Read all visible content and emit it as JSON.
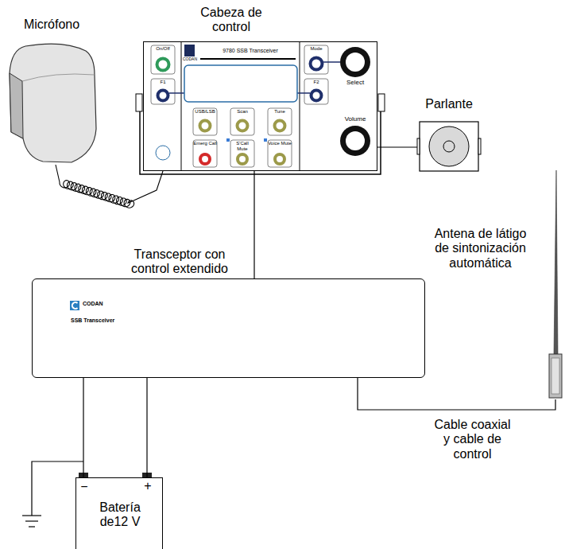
{
  "diagram": {
    "nodes": [
      {
        "text": [
          "Micrófono"
        ]
      },
      {
        "text": [
          "Cabeza de control"
        ]
      },
      {
        "text": [
          "Parlante"
        ]
      },
      {
        "text": [
          "Transceptor con control extendido",
          "CODAN",
          "SSB Transceiver"
        ]
      },
      {
        "text": [
          "Antena de látigo de sintonización automática"
        ]
      },
      {
        "text": [
          "−",
          "+",
          "Batería de12 V"
        ]
      }
    ],
    "edges": [
      {
        "from": 0,
        "to": 1,
        "arrow": "none"
      },
      {
        "from": 1,
        "to": 2,
        "arrow": "none"
      },
      {
        "from": 1,
        "to": 3,
        "arrow": "none"
      },
      {
        "from": 3,
        "to": 4,
        "arrow": "none",
        "label": "Cable coaxial y cable de control"
      },
      {
        "from": 3,
        "to": 5,
        "arrow": "none"
      },
      {
        "from": 3,
        "to": 5,
        "arrow": "none"
      }
    ],
    "labels": [
      "9780 SSB Transceiver",
      "CODAN",
      "On/Off",
      "F1",
      "Mode",
      "F2",
      "Select",
      "USB/LSB",
      "Scan",
      "Tune",
      "Volume",
      "Emerg Call",
      "S'Call Mute",
      "Voice Mute"
    ]
  }
}
